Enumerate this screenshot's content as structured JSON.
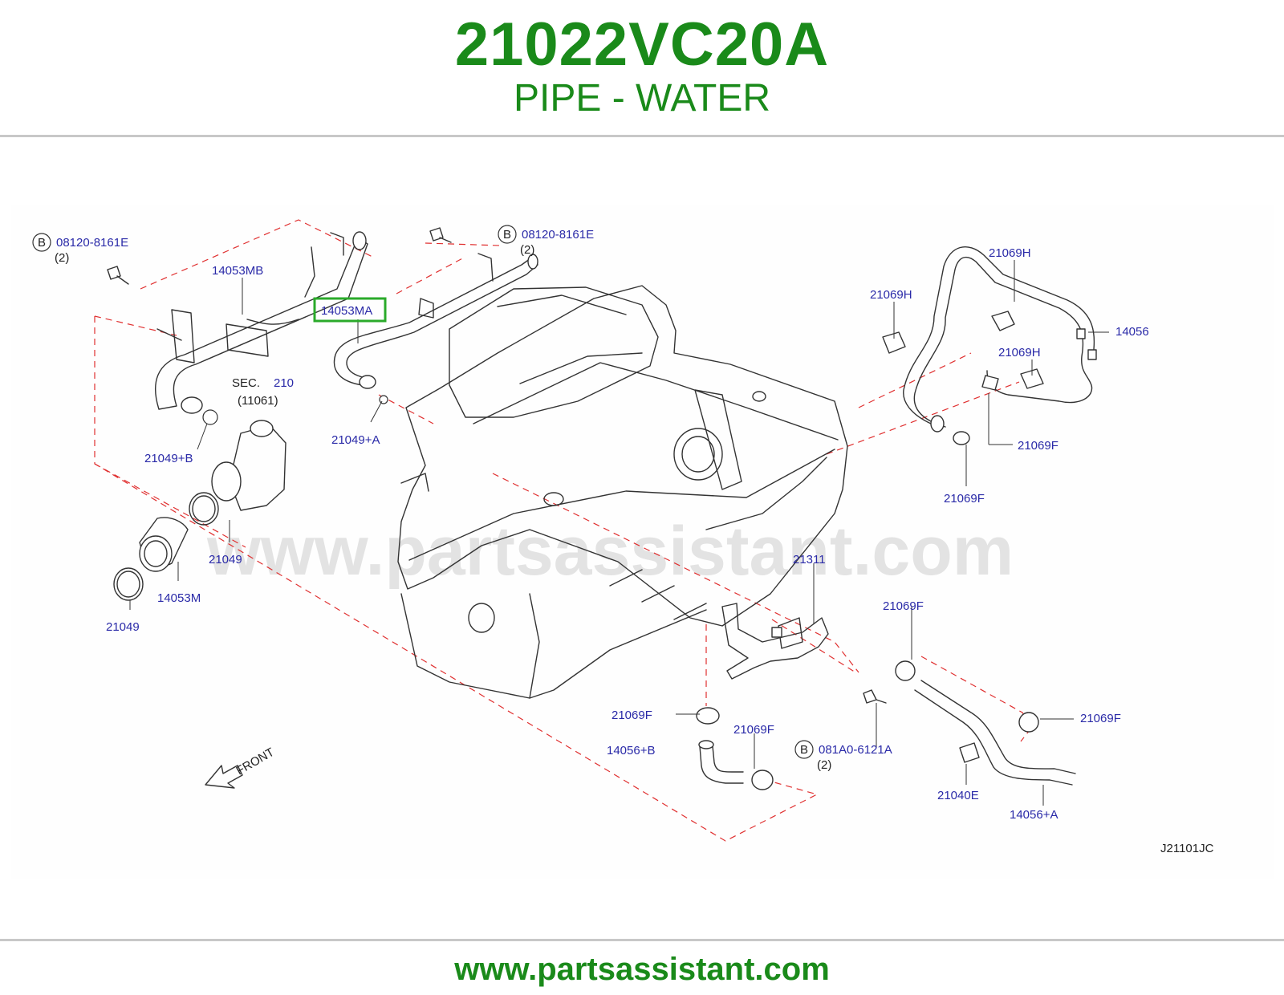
{
  "header": {
    "part_number": "21022VC20A",
    "part_name": "PIPE - WATER"
  },
  "footer": {
    "url": "www.partsassistant.com"
  },
  "diagram": {
    "watermark": "www.partsassistant.com",
    "diagram_code": "J21101JC",
    "front_label": "FRONT",
    "sec_ref": {
      "prefix": "SEC.",
      "number": "210",
      "sub": "(11061)"
    },
    "callouts": {
      "bolt_b_left": {
        "badge": "B",
        "code": "08120-8161E",
        "qty": "(2)"
      },
      "bolt_b_mid": {
        "badge": "B",
        "code": "08120-8161E",
        "qty": "(2)"
      },
      "bolt_b_bottom": {
        "badge": "B",
        "code": "081A0-6121A",
        "qty": "(2)"
      },
      "p14053MB": "14053MB",
      "p14053MA": "14053MA",
      "p21049A": "21049+A",
      "p21049B": "21049+B",
      "p21049_1": "21049",
      "p21049_2": "21049",
      "p14053M": "14053M",
      "p21069H_1": "21069H",
      "p21069H_2": "21069H",
      "p21069H_3": "21069H",
      "p14056": "14056",
      "p21069F_1": "21069F",
      "p21069F_2": "21069F",
      "p21311": "21311",
      "p21069F_3": "21069F",
      "p21069F_4": "21069F",
      "p21069F_5": "21069F",
      "p21069F_6": "21069F",
      "p14056B": "14056+B",
      "p21040E": "21040E",
      "p14056A": "14056+A"
    },
    "highlighted_part": "14053MA",
    "highlight_color": "#2aaa2a",
    "title_color": "#1a8a1a",
    "label_color": "#2a2aa8",
    "dash_color": "#e03030"
  }
}
